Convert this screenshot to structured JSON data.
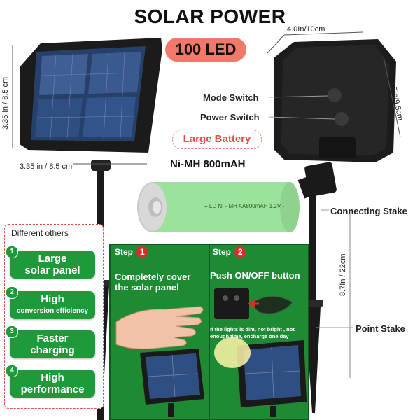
{
  "header": {
    "title": "SOLAR POWER",
    "badge": "100 LED"
  },
  "dimensions": {
    "panel_height": "3.35 in / 8.5 cm",
    "panel_width": "3.35 in / 8.5 cm",
    "box_width": "4.0In/10cm",
    "box_height": "3.7In/9.5cm",
    "stake_height": "8.7In / 22cm"
  },
  "callouts": {
    "mode_switch": "Mode Switch",
    "power_switch": "Power Switch",
    "connecting_stake": "Connecting Stake",
    "point_stake": "Point Stake"
  },
  "battery": {
    "badge": "Large Battery",
    "spec": "Ni-MH 800mAH",
    "print": "+ LD NI - MH AA800mAH 1.2V -"
  },
  "features": {
    "title": "Different others",
    "items": [
      {
        "num": "1",
        "line1": "Large",
        "line2": "solar panel"
      },
      {
        "num": "2",
        "line1": "High",
        "line2": "conversion efficiency"
      },
      {
        "num": "3",
        "line1": "Faster",
        "line2": "charging"
      },
      {
        "num": "4",
        "line1": "High",
        "line2": "performance"
      }
    ]
  },
  "steps": [
    {
      "label": "Step",
      "num": "1",
      "text": "Completely cover the solar panel",
      "note": ""
    },
    {
      "label": "Step",
      "num": "2",
      "text": "Push ON/OFF button",
      "note": "If the lights is dim, not bright , not enough time,   encharge one day"
    }
  ],
  "colors": {
    "accent_red": "#f07a6a",
    "feature_green": "#1f9a3a",
    "panel_green": "#1e8a34",
    "battery_green": "#9be39a"
  }
}
